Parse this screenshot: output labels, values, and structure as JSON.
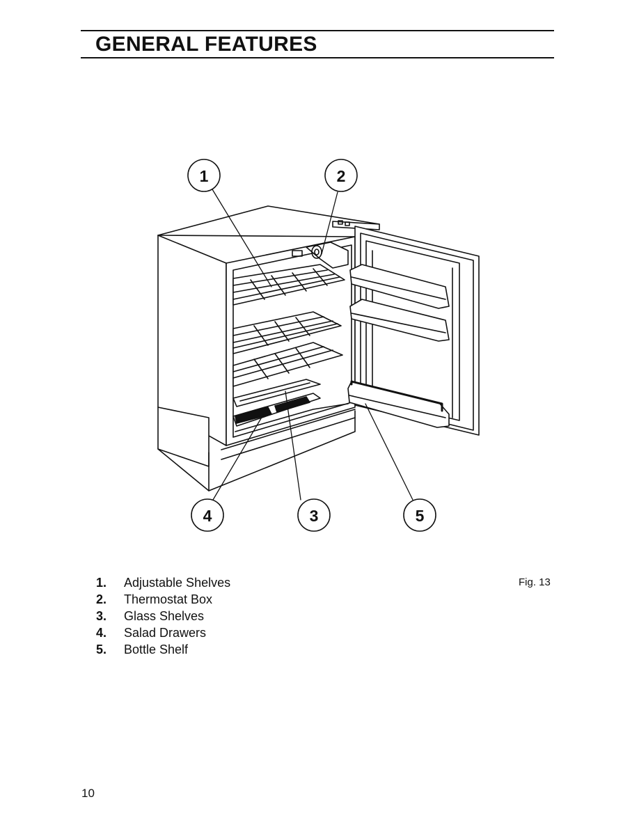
{
  "header": {
    "title": "GENERAL FEATURES"
  },
  "figure": {
    "callouts": [
      "1",
      "2",
      "3",
      "4",
      "5"
    ],
    "caption": "Fig. 13"
  },
  "legend": [
    {
      "num": "1.",
      "label": "Adjustable Shelves"
    },
    {
      "num": "2.",
      "label": "Thermostat Box"
    },
    {
      "num": "3.",
      "label": "Glass Shelves"
    },
    {
      "num": "4.",
      "label": "Salad Drawers"
    },
    {
      "num": "5.",
      "label": "Bottle Shelf"
    }
  ],
  "footer": {
    "page_number": "10"
  }
}
